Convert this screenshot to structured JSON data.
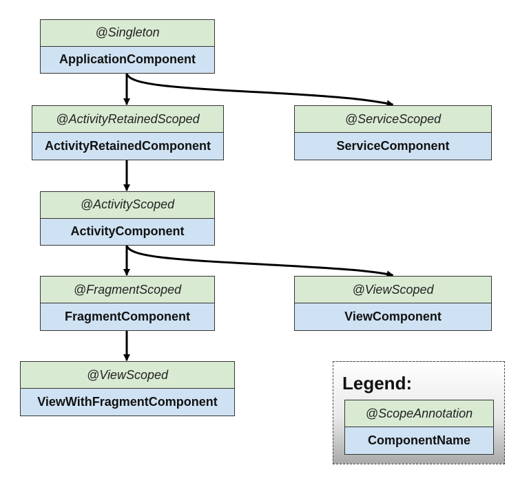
{
  "nodes": {
    "application": {
      "scope": "@Singleton",
      "name": "ApplicationComponent"
    },
    "activity_retained": {
      "scope": "@ActivityRetainedScoped",
      "name": "ActivityRetainedComponent"
    },
    "service": {
      "scope": "@ServiceScoped",
      "name": "ServiceComponent"
    },
    "activity": {
      "scope": "@ActivityScoped",
      "name": "ActivityComponent"
    },
    "fragment": {
      "scope": "@FragmentScoped",
      "name": "FragmentComponent"
    },
    "view": {
      "scope": "@ViewScoped",
      "name": "ViewComponent"
    },
    "view_with_fragment": {
      "scope": "@ViewScoped",
      "name": "ViewWithFragmentComponent"
    }
  },
  "edges": [
    {
      "from": "application",
      "to": "activity_retained"
    },
    {
      "from": "application",
      "to": "service"
    },
    {
      "from": "activity_retained",
      "to": "activity"
    },
    {
      "from": "activity",
      "to": "fragment"
    },
    {
      "from": "activity",
      "to": "view"
    },
    {
      "from": "fragment",
      "to": "view_with_fragment"
    }
  ],
  "legend": {
    "title": "Legend:",
    "scope": "@ScopeAnnotation",
    "name": "ComponentName"
  },
  "colors": {
    "scope_fill": "#d9ead3",
    "component_fill": "#cfe2f3",
    "border": "#333333",
    "arrow": "#000000"
  }
}
